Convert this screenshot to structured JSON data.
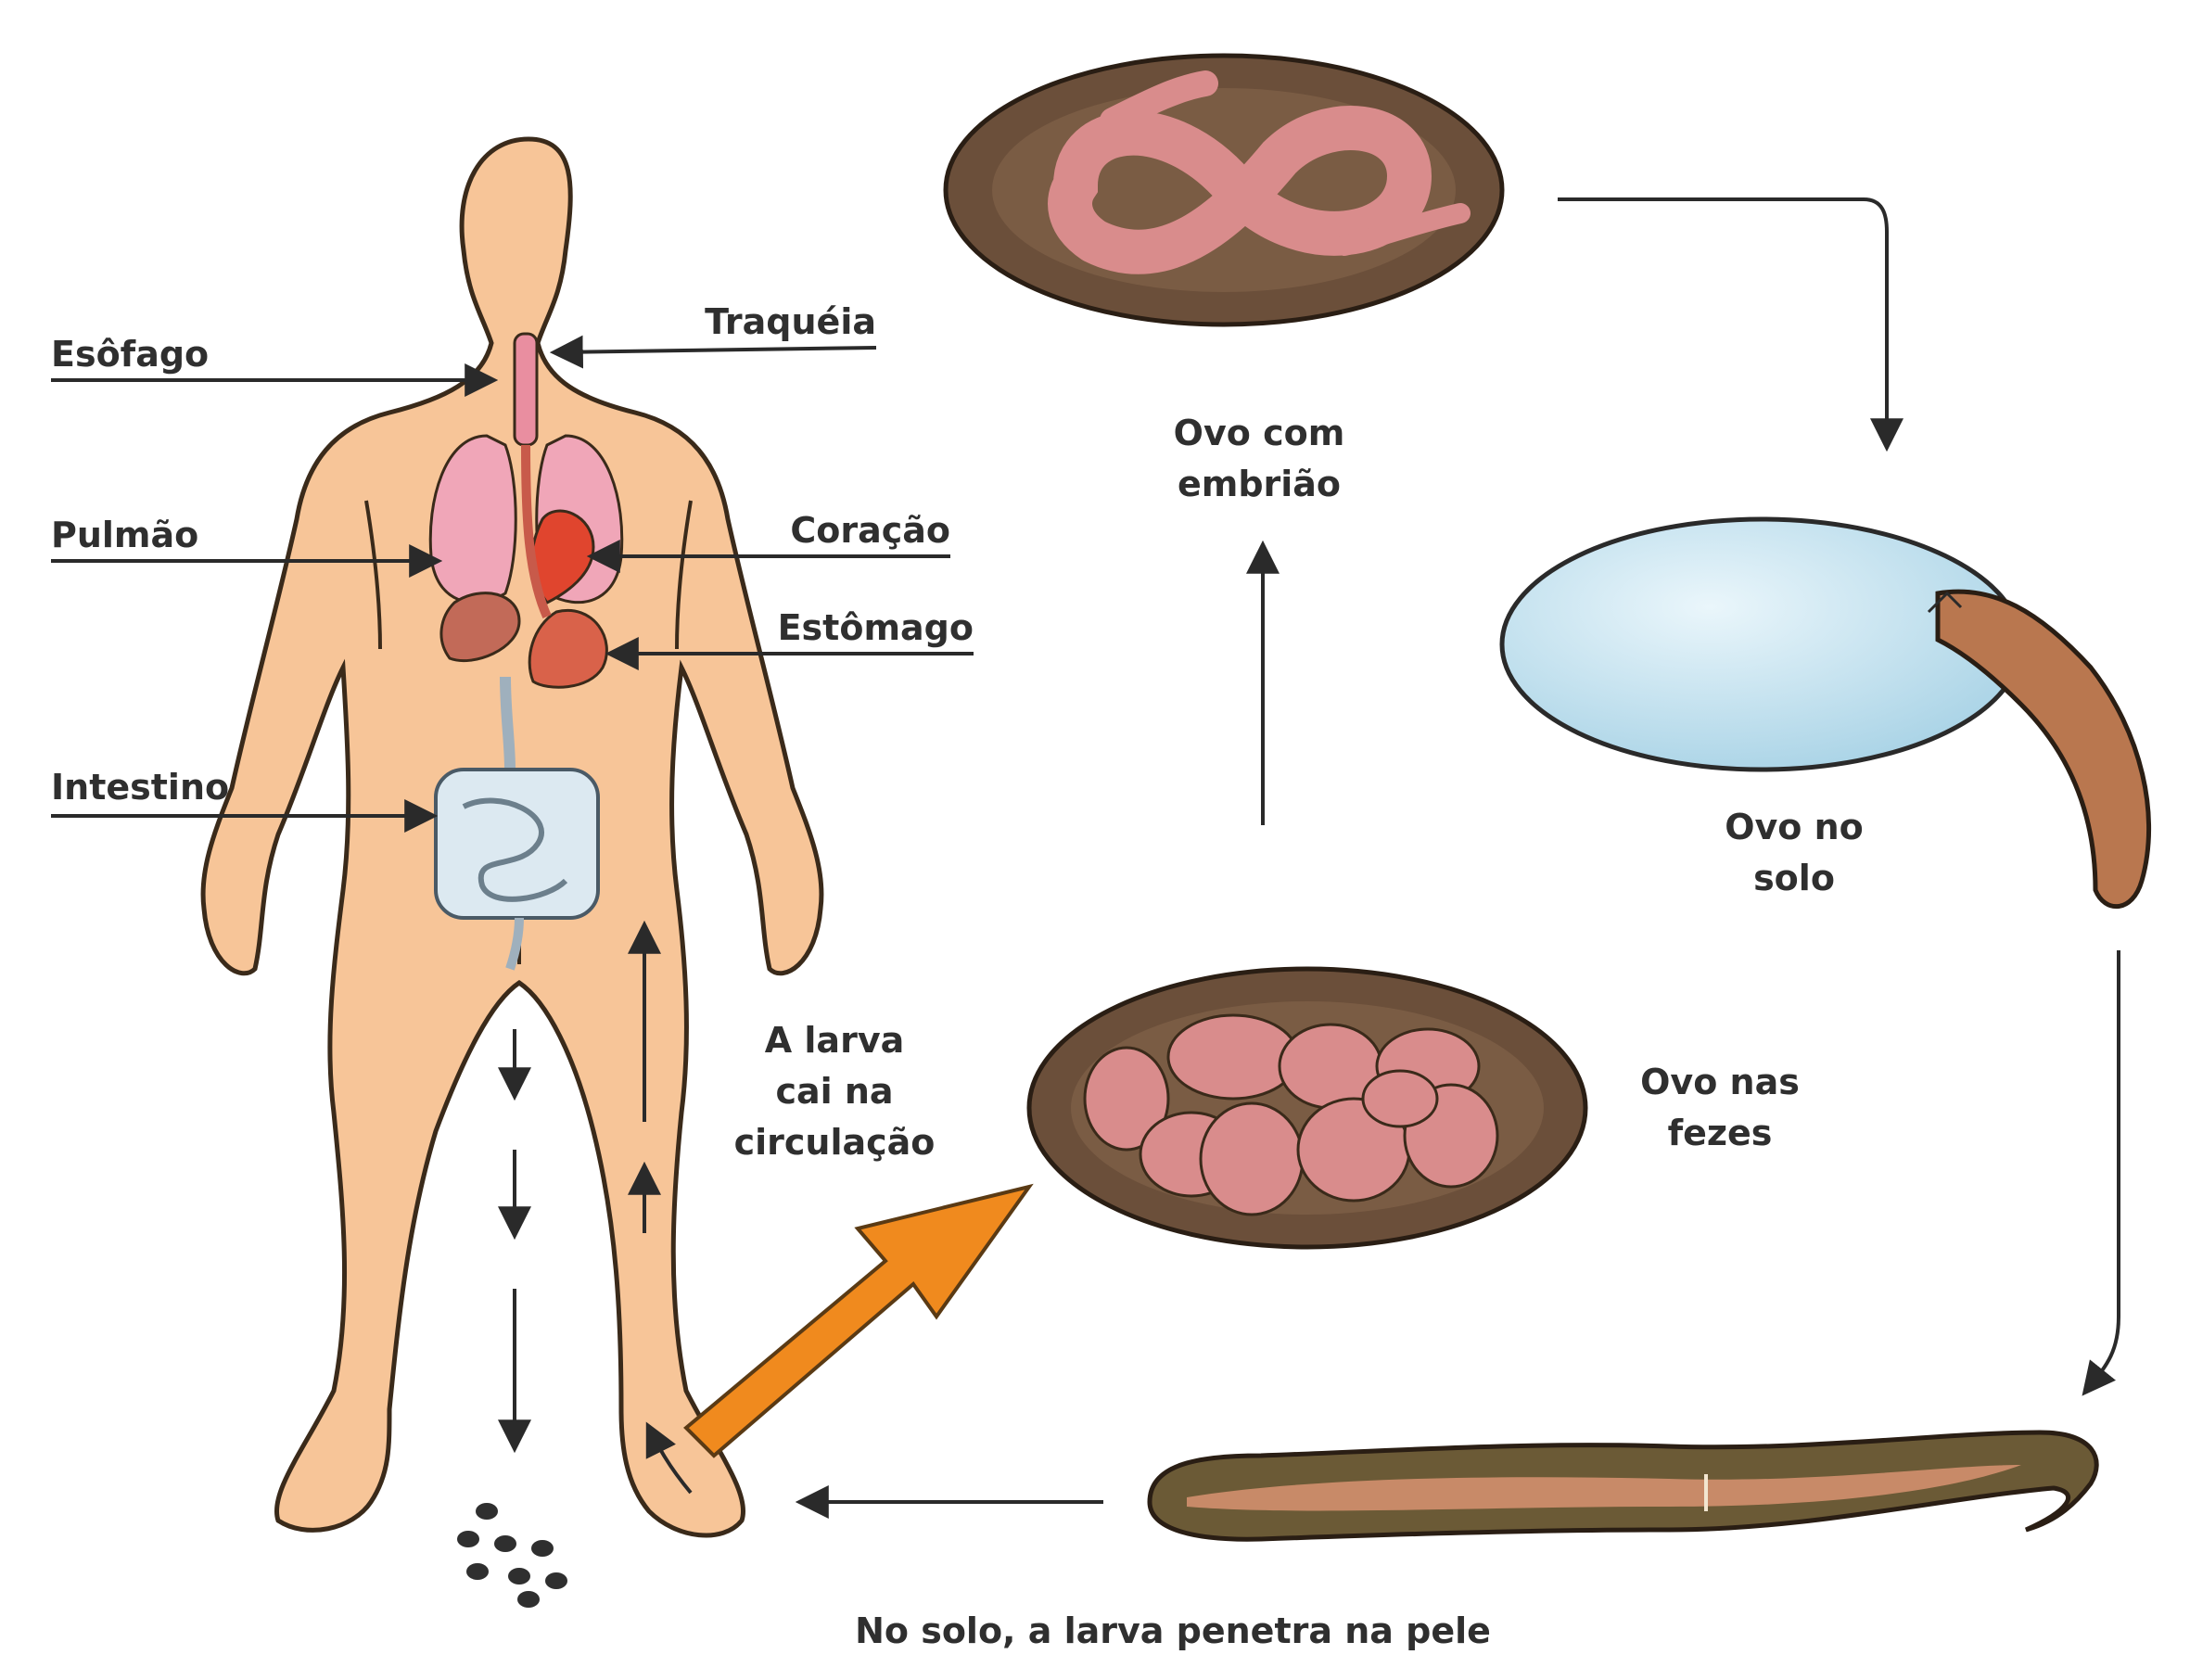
{
  "organ_labels": {
    "esofago": "Esôfago",
    "traqueia": "Traquéia",
    "pulmao": "Pulmão",
    "coracao": "Coração",
    "estomago": "Estômago",
    "intestino": "Intestino"
  },
  "stage_labels": {
    "ovo_com_embriao_1": "Ovo com",
    "ovo_com_embriao_2": "embrião",
    "ovo_no_solo_1": "Ovo no",
    "ovo_no_solo_2": "solo",
    "ovo_nas_fezes_1": "Ovo nas",
    "ovo_nas_fezes_2": "fezes",
    "larva_circulacao_1": "A larva",
    "larva_circulacao_2": "cai na",
    "larva_circulacao_3": "circulação",
    "larva_penetra": "No solo, a larva penetra na pele"
  },
  "colors": {
    "skin": "#f7c598",
    "skin_outline": "#3a2a1a",
    "egg_shell": "#6b4f3a",
    "embryo": "#d98c8c",
    "hatch_egg": "#bfe0ef",
    "larva_body": "#b9774f",
    "arrow_orange": "#f08a1e",
    "line": "#2a2a2a"
  }
}
